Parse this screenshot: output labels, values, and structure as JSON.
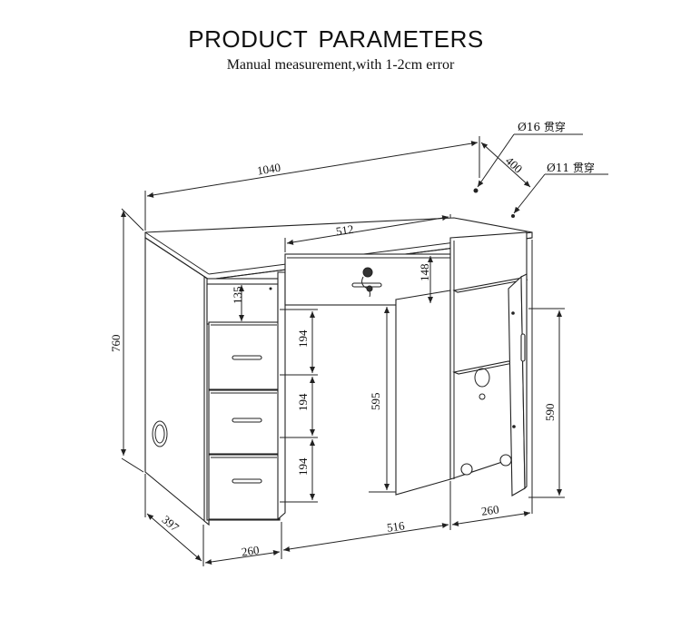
{
  "header": {
    "title": "PRODUCT  PARAMETERS",
    "subtitle": "Manual measurement,with 1-2cm error"
  },
  "dimensions": {
    "width_top": "1040",
    "depth_top": "400",
    "drawer_width": "512",
    "drawer_height": "148",
    "small_drawer_height": "135",
    "height_total": "760",
    "drawer_1": "194",
    "drawer_2": "194",
    "drawer_3": "194",
    "kneehole_height": "595",
    "cabinet_height": "590",
    "depth_side": "397",
    "left_width": "260",
    "middle_width": "516",
    "right_width": "260"
  },
  "notes": {
    "hole_16": "Ø16 贯穿",
    "hole_11": "Ø11 贯穿"
  }
}
